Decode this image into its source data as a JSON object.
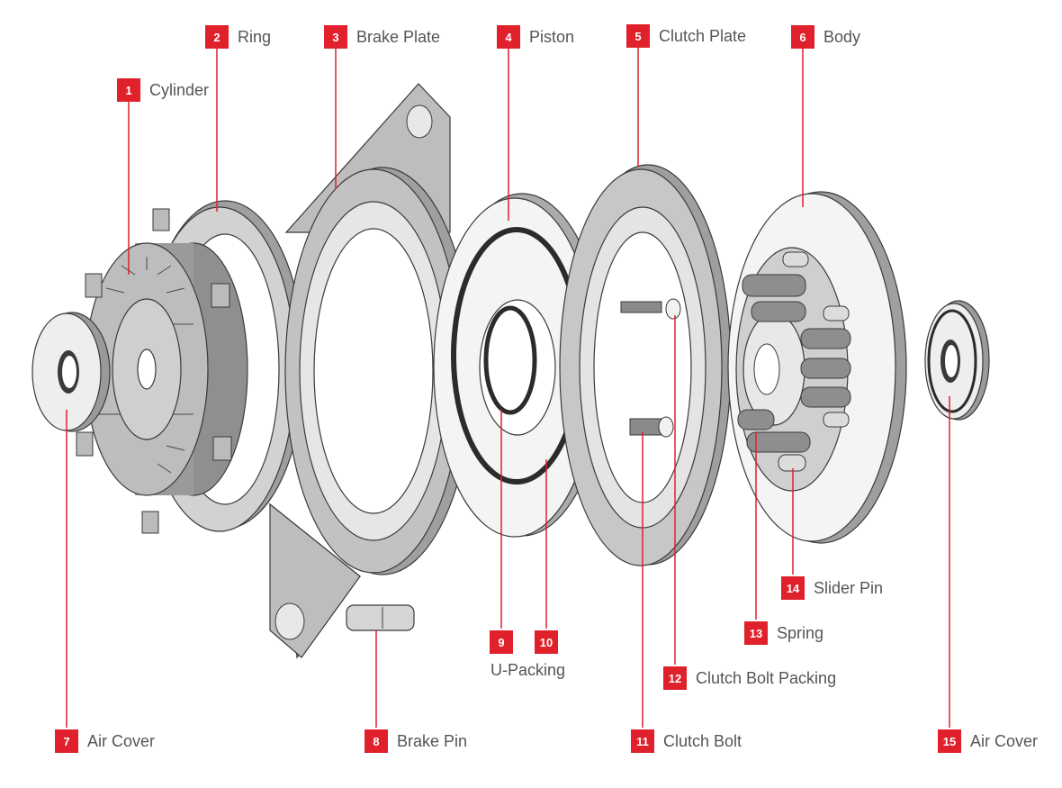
{
  "colors": {
    "accent": "#e0202b",
    "leader_line": "#e0202b",
    "label_text": "#555555",
    "part_fill": "#ededed",
    "part_fill_dark": "#a8a8a8",
    "part_stroke": "#3a3a3a"
  },
  "callouts": [
    {
      "num": "1",
      "label": "Cylinder"
    },
    {
      "num": "2",
      "label": "Ring"
    },
    {
      "num": "3",
      "label": "Brake Plate"
    },
    {
      "num": "4",
      "label": "Piston"
    },
    {
      "num": "5",
      "label": "Clutch Plate"
    },
    {
      "num": "6",
      "label": "Body"
    },
    {
      "num": "7",
      "label": "Air Cover"
    },
    {
      "num": "8",
      "label": "Brake Pin"
    },
    {
      "num": "9",
      "label": ""
    },
    {
      "num": "10",
      "label": ""
    },
    {
      "num": "11",
      "label": "Clutch Bolt"
    },
    {
      "num": "12",
      "label": "Clutch Bolt Packing"
    },
    {
      "num": "13",
      "label": "Spring"
    },
    {
      "num": "14",
      "label": "Slider Pin"
    },
    {
      "num": "15",
      "label": "Air Cover"
    }
  ],
  "group_label": "U-Packing"
}
